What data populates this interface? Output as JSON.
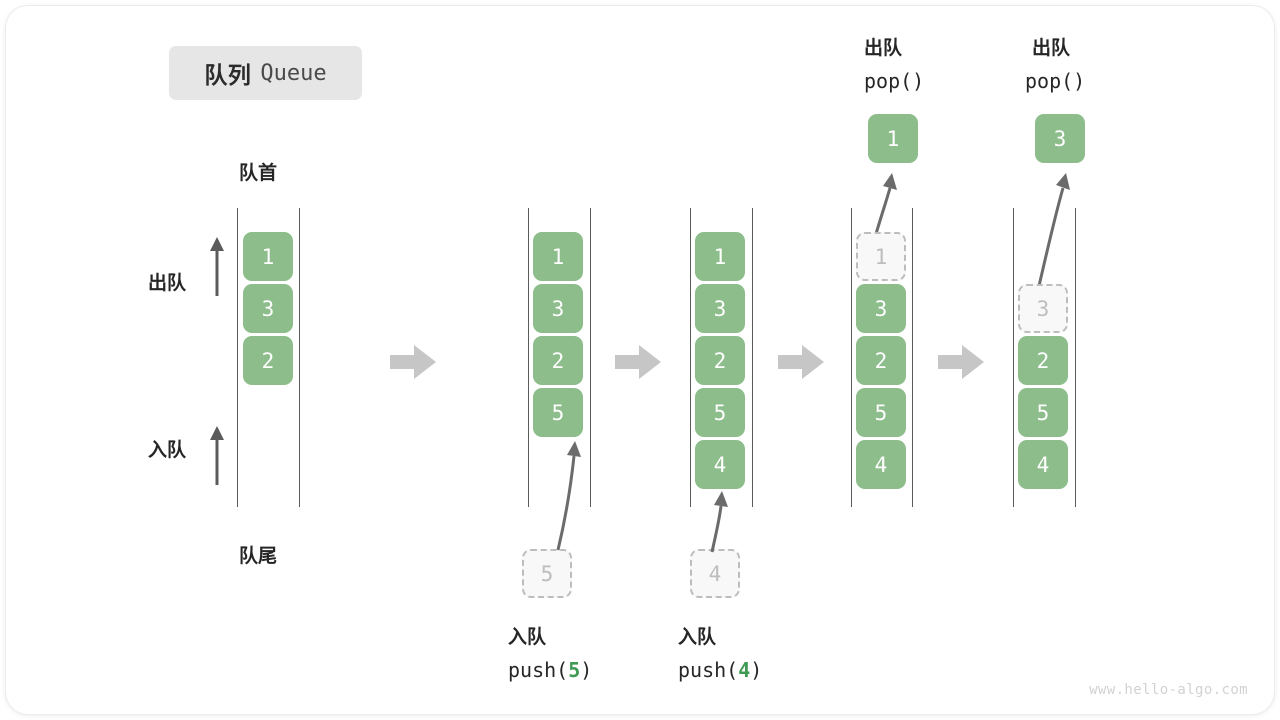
{
  "title": {
    "cn": "队列",
    "en": "Queue"
  },
  "labels": {
    "front": "队首",
    "rear": "队尾",
    "dequeue": "出队",
    "enqueue": "入队"
  },
  "watermark": "www.hello-algo.com",
  "colors": {
    "element": "#8cbd8b",
    "ghost_border": "#bdbdbd",
    "ghost_fill": "#f8f8f8",
    "rail": "#5b5b5b",
    "step_arrow": "#c6c6c6",
    "badge_bg": "#e6e6e6",
    "accent_number": "#3f9a54",
    "text": "#262626"
  },
  "steps": [
    {
      "name": "initial",
      "items": [
        "1",
        "3",
        "2"
      ],
      "ghost_index": -1,
      "caption_cn": "",
      "caption_code": "",
      "incoming": null,
      "popped": null
    },
    {
      "name": "push-5",
      "items": [
        "1",
        "3",
        "2",
        "5"
      ],
      "ghost_index": -1,
      "caption_cn": "入队",
      "caption_code_prefix": "push(",
      "caption_code_num": "5",
      "caption_code_suffix": ")",
      "incoming": "5",
      "popped": null
    },
    {
      "name": "push-4",
      "items": [
        "1",
        "3",
        "2",
        "5",
        "4"
      ],
      "ghost_index": -1,
      "caption_cn": "入队",
      "caption_code_prefix": "push(",
      "caption_code_num": "4",
      "caption_code_suffix": ")",
      "incoming": "4",
      "popped": null
    },
    {
      "name": "pop-1",
      "items": [
        "1",
        "3",
        "2",
        "5",
        "4"
      ],
      "ghost_index": 0,
      "caption_cn": "出队",
      "caption_code": "pop()",
      "incoming": null,
      "popped": "1"
    },
    {
      "name": "pop-3",
      "items": [
        "3",
        "2",
        "5",
        "4"
      ],
      "ghost_index": 0,
      "caption_cn": "出队",
      "caption_code": "pop()",
      "incoming": null,
      "popped": "3"
    }
  ],
  "boxes": {
    "col1": [
      "1",
      "3",
      "2"
    ],
    "col2": [
      "1",
      "3",
      "2",
      "5"
    ],
    "col3": [
      "1",
      "3",
      "2",
      "5",
      "4"
    ],
    "col4_ghost": "1",
    "col4": [
      "3",
      "2",
      "5",
      "4"
    ],
    "col4_popped": "1",
    "col5_ghost": "3",
    "col5": [
      "2",
      "5",
      "4"
    ],
    "col5_popped": "3",
    "incoming2": "5",
    "incoming3": "4"
  },
  "captions": {
    "pop_cn": "出队",
    "pop_code": "pop()",
    "push_cn": "入队",
    "push5_pre": "push(",
    "push5_num": "5",
    "push5_post": ")",
    "push4_pre": "push(",
    "push4_num": "4",
    "push4_post": ")"
  }
}
